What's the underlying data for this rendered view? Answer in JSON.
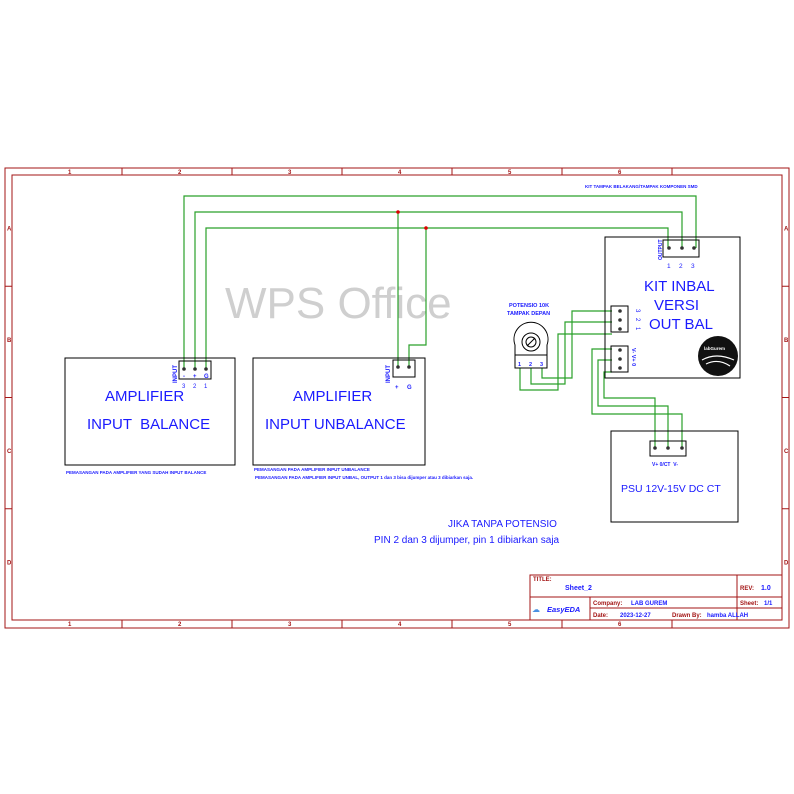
{
  "frame": {
    "columns": [
      "1",
      "2",
      "3",
      "4",
      "5",
      "6"
    ],
    "rows": [
      "A",
      "B",
      "C",
      "D"
    ]
  },
  "notes": {
    "kit_header": "KIT TAMPAK BELAKANG/TAMPAK KOMPONEN SMD",
    "balance_note": "PEMASANGAN PADA AMPLIFIER YANG SUDAH INPUT BALANCE",
    "unbalance_note1": "PEMASANGAN PADA AMPLIFIER INPUT UNBALANCE",
    "unbalance_note2": "PEMASANGAN PADA AMPLIFIER INPUT UNBAL, OUTPUT 1 dan 3 bisa dijumper atau 3 dibiarkan saja.",
    "no_pot_line1": "JIKA TANPA POTENSIO",
    "no_pot_line2": "PIN 2 dan 3 dijumper, pin 1 dibiarkan saja"
  },
  "amp_balance": {
    "line1": "AMPLIFIER",
    "line2": "INPUT  BALANCE",
    "conn_label": "INPUT",
    "pin_signs": [
      "-",
      "+",
      "G"
    ],
    "pin_numbers": [
      "3",
      "2",
      "1"
    ]
  },
  "amp_unbalance": {
    "line1": "AMPLIFIER",
    "line2": "INPUT UNBALANCE",
    "conn_label": "INPUT",
    "pin_signs": [
      "+",
      "G"
    ]
  },
  "potentiometer": {
    "line1": "POTENSIO 10K",
    "line2": "TAMPAK DEPAN",
    "pins": [
      "1",
      "2",
      "3"
    ]
  },
  "kit": {
    "line1": "KIT INBAL",
    "line2": "VERSI",
    "line3": "OUT BAL",
    "output_label": "OUTPUT",
    "output_pins": [
      "1",
      "2",
      "3"
    ],
    "input_pins": [
      "3",
      "2",
      "1"
    ],
    "power_label": "V- V+ 0",
    "logo_text": "labGurem"
  },
  "psu": {
    "label": "PSU 12V-15V DC CT",
    "pin_labels": "V+ 0/CT  V-"
  },
  "title_block": {
    "title_label": "TITLE:",
    "title": "Sheet_2",
    "rev_label": "REV:",
    "rev": "1.0",
    "company_label": "Company:",
    "company": "LAB GUREM",
    "sheet_label": "Sheet:",
    "sheet": "1/1",
    "date_label": "Date:",
    "date": "2023-12-27",
    "drawn_label": "Drawn By:",
    "drawn": "hamba ALLAH",
    "logo": "EasyEDA"
  },
  "watermark": "WPS Office"
}
